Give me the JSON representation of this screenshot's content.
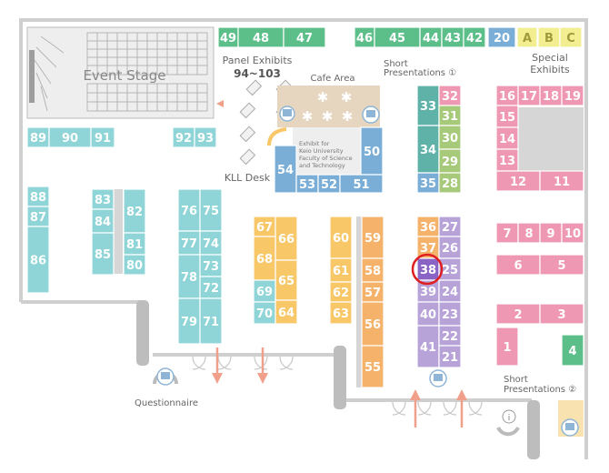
{
  "labels": {
    "event_stage": "Event Stage",
    "panel_exhibits": "Panel Exhibits",
    "panel_range": "94~103",
    "cafe_area": "Cafe Area",
    "short_pres_1_line1": "Short",
    "short_pres_1_line2": "Presentations ①",
    "special_line1": "Special",
    "special_line2": "Exhibits",
    "kll_desk": "KLL Desk",
    "keio_line1": "Exhibit for",
    "keio_line2": "Keio University",
    "keio_line3": "Faculty of Science",
    "keio_line4": "and Technology",
    "questionnaire": "Questionnaire",
    "short_pres_2_line1": "Short",
    "short_pres_2_line2": "Presentations ②",
    "info_glyph": "i"
  },
  "colors": {
    "green": "#5cbf8a",
    "blue": "#7aaed6",
    "cyan": "#8fd4d6",
    "teal_dark": "#5fb2a8",
    "olive": "#a6c97a",
    "orange": "#f5b26b",
    "yellow": "#f7c768",
    "purple": "#b8a3d9",
    "pink": "#ef98b3",
    "special": "#f3ee90",
    "highlight": "#8a64c4",
    "highlight_ring": "#e02020",
    "arrow": "#f0a08a"
  },
  "booths": [
    {
      "id": "49",
      "color": "green"
    },
    {
      "id": "48",
      "color": "green"
    },
    {
      "id": "47",
      "color": "green"
    },
    {
      "id": "46",
      "color": "green"
    },
    {
      "id": "45",
      "color": "green"
    },
    {
      "id": "44",
      "color": "green"
    },
    {
      "id": "43",
      "color": "green"
    },
    {
      "id": "42",
      "color": "green"
    },
    {
      "id": "20",
      "color": "blue"
    },
    {
      "id": "A",
      "color": "special"
    },
    {
      "id": "B",
      "color": "special"
    },
    {
      "id": "C",
      "color": "special"
    },
    {
      "id": "89",
      "color": "cyan"
    },
    {
      "id": "90",
      "color": "cyan"
    },
    {
      "id": "91",
      "color": "cyan"
    },
    {
      "id": "92",
      "color": "cyan"
    },
    {
      "id": "93",
      "color": "cyan"
    },
    {
      "id": "33",
      "color": "teal_dark"
    },
    {
      "id": "32",
      "color": "pink"
    },
    {
      "id": "31",
      "color": "olive"
    },
    {
      "id": "34",
      "color": "teal_dark"
    },
    {
      "id": "30",
      "color": "olive"
    },
    {
      "id": "29",
      "color": "olive"
    },
    {
      "id": "35",
      "color": "blue"
    },
    {
      "id": "28",
      "color": "olive"
    },
    {
      "id": "16",
      "color": "pink"
    },
    {
      "id": "17",
      "color": "pink"
    },
    {
      "id": "18",
      "color": "pink"
    },
    {
      "id": "19",
      "color": "pink"
    },
    {
      "id": "15",
      "color": "pink"
    },
    {
      "id": "14",
      "color": "pink"
    },
    {
      "id": "13",
      "color": "pink"
    },
    {
      "id": "12",
      "color": "pink"
    },
    {
      "id": "11",
      "color": "pink"
    },
    {
      "id": "50",
      "color": "blue"
    },
    {
      "id": "54",
      "color": "blue"
    },
    {
      "id": "53",
      "color": "blue"
    },
    {
      "id": "52",
      "color": "blue"
    },
    {
      "id": "51",
      "color": "blue"
    },
    {
      "id": "88",
      "color": "cyan"
    },
    {
      "id": "87",
      "color": "cyan"
    },
    {
      "id": "86",
      "color": "cyan"
    },
    {
      "id": "83",
      "color": "cyan"
    },
    {
      "id": "84",
      "color": "cyan"
    },
    {
      "id": "85",
      "color": "cyan"
    },
    {
      "id": "82",
      "color": "cyan"
    },
    {
      "id": "81",
      "color": "cyan"
    },
    {
      "id": "80",
      "color": "cyan"
    },
    {
      "id": "76",
      "color": "cyan"
    },
    {
      "id": "75",
      "color": "cyan"
    },
    {
      "id": "77",
      "color": "cyan"
    },
    {
      "id": "74",
      "color": "cyan"
    },
    {
      "id": "78",
      "color": "cyan"
    },
    {
      "id": "73",
      "color": "cyan"
    },
    {
      "id": "72",
      "color": "cyan"
    },
    {
      "id": "79",
      "color": "cyan"
    },
    {
      "id": "71",
      "color": "cyan"
    },
    {
      "id": "67",
      "color": "yellow"
    },
    {
      "id": "66",
      "color": "yellow"
    },
    {
      "id": "68",
      "color": "yellow"
    },
    {
      "id": "65",
      "color": "yellow"
    },
    {
      "id": "69",
      "color": "cyan"
    },
    {
      "id": "70",
      "color": "cyan"
    },
    {
      "id": "64",
      "color": "yellow"
    },
    {
      "id": "60",
      "color": "yellow"
    },
    {
      "id": "59",
      "color": "orange"
    },
    {
      "id": "61",
      "color": "yellow"
    },
    {
      "id": "58",
      "color": "orange"
    },
    {
      "id": "62",
      "color": "yellow"
    },
    {
      "id": "57",
      "color": "orange"
    },
    {
      "id": "63",
      "color": "yellow"
    },
    {
      "id": "56",
      "color": "orange"
    },
    {
      "id": "55",
      "color": "orange"
    },
    {
      "id": "36",
      "color": "orange"
    },
    {
      "id": "27",
      "color": "purple"
    },
    {
      "id": "37",
      "color": "orange"
    },
    {
      "id": "26",
      "color": "purple"
    },
    {
      "id": "38",
      "color": "highlight"
    },
    {
      "id": "25",
      "color": "purple"
    },
    {
      "id": "39",
      "color": "purple"
    },
    {
      "id": "24",
      "color": "purple"
    },
    {
      "id": "40",
      "color": "purple"
    },
    {
      "id": "23",
      "color": "purple"
    },
    {
      "id": "41",
      "color": "purple"
    },
    {
      "id": "22",
      "color": "purple"
    },
    {
      "id": "21",
      "color": "purple"
    },
    {
      "id": "7",
      "color": "pink"
    },
    {
      "id": "8",
      "color": "pink"
    },
    {
      "id": "9",
      "color": "pink"
    },
    {
      "id": "10",
      "color": "pink"
    },
    {
      "id": "6",
      "color": "pink"
    },
    {
      "id": "5",
      "color": "pink"
    },
    {
      "id": "2",
      "color": "pink"
    },
    {
      "id": "3",
      "color": "pink"
    },
    {
      "id": "1",
      "color": "pink"
    },
    {
      "id": "4",
      "color": "green"
    }
  ],
  "highlighted_booth": "38"
}
